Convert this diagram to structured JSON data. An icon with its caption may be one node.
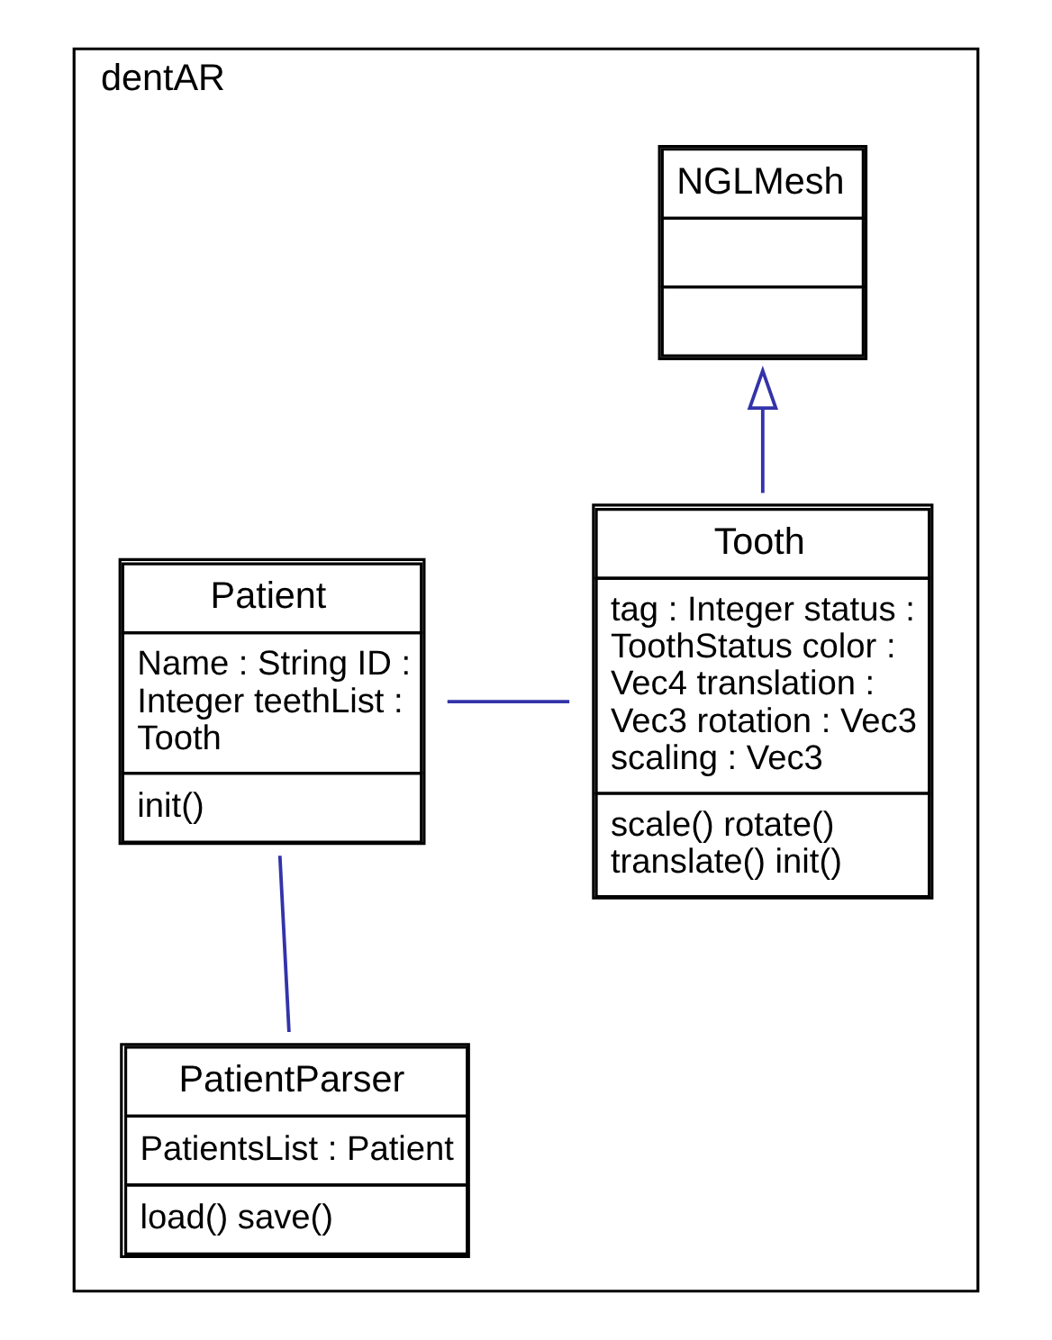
{
  "diagram": {
    "nodes": [
      {
        "text": [
          "dentAR"
        ]
      },
      {
        "text": [
          "NGLMesh"
        ],
        "in": 0
      },
      {
        "text": [
          "Patient",
          "Name : String ID : Integer teethList : Tooth",
          "init()"
        ],
        "in": 0
      },
      {
        "text": [
          "Tooth",
          "tag : Integer status : ToothStatus color : Vec4 translation : Vec3 rotation : Vec3 scaling : Vec3",
          "scale() rotate() translate() init()"
        ],
        "in": 0
      },
      {
        "text": [
          "PatientParser",
          "PatientsList : Patient",
          "load() save()"
        ],
        "in": 0
      }
    ],
    "edges": [
      {
        "from": 3,
        "to": 1,
        "arrow": "to"
      },
      {
        "from": 2,
        "to": 3,
        "arrow": "none"
      },
      {
        "from": 2,
        "to": 4,
        "arrow": "none"
      }
    ]
  }
}
